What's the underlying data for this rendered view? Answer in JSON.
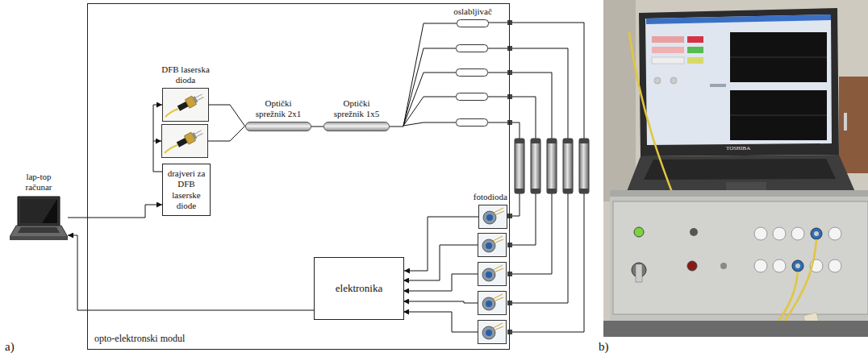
{
  "diagram": {
    "nodes": [
      {
        "text": [
          "opto-elektronski modul"
        ]
      },
      {
        "text": [
          "DFB laserska dioda"
        ],
        "in": 0
      },
      {
        "text": [
          "drajveri za DFB laserske diode"
        ],
        "in": 0
      },
      {
        "text": [
          "Optički sprežnik 2x1"
        ],
        "in": 0
      },
      {
        "text": [
          "Optički sprežnik 1x5"
        ],
        "in": 0
      },
      {
        "text": [
          "oslabljivač"
        ],
        "in": 0
      },
      {
        "text": [
          "fotodioda"
        ],
        "in": 0
      },
      {
        "text": [
          "elektronika"
        ],
        "in": 0
      },
      {
        "text": [
          "lap-top računar"
        ]
      }
    ],
    "edges": [
      {
        "from": 8,
        "to": 2,
        "arrow": "to"
      },
      {
        "from": 2,
        "to": 1,
        "arrow": "to"
      },
      {
        "from": 1,
        "to": 3,
        "arrow": "none"
      },
      {
        "from": 3,
        "to": 4,
        "arrow": "none"
      },
      {
        "from": 4,
        "to": 5,
        "arrow": "none"
      },
      {
        "from": 6,
        "to": 7,
        "arrow": "to"
      },
      {
        "from": 7,
        "to": 8,
        "arrow": "to"
      }
    ],
    "labels": [
      "a)",
      "b)",
      "TOSHIBA"
    ]
  }
}
